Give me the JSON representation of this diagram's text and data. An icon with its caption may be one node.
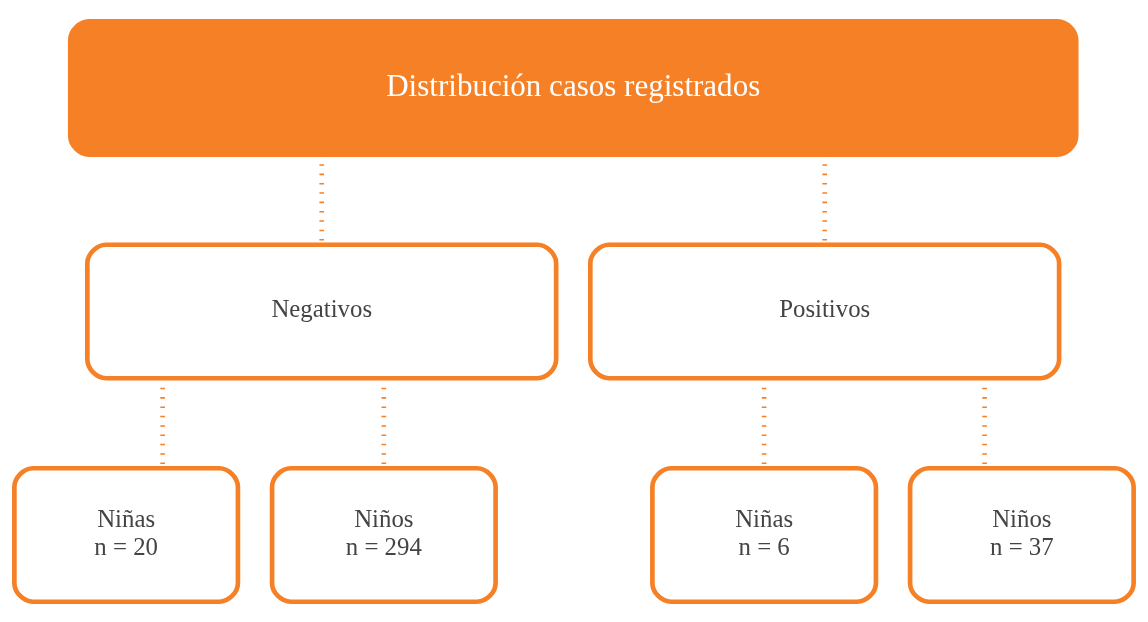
{
  "diagram": {
    "nodes": [
      {
        "text": [
          "Distribución casos registrados"
        ]
      },
      {
        "text": [
          "Negativos"
        ]
      },
      {
        "text": [
          "Positivos"
        ]
      },
      {
        "text": [
          "Niñas",
          "n = 20"
        ]
      },
      {
        "text": [
          "Niños",
          "n = 294"
        ]
      },
      {
        "text": [
          "Niñas",
          "n = 6"
        ]
      },
      {
        "text": [
          "Niños",
          "n = 37"
        ]
      }
    ],
    "edges": [
      {
        "from": 0,
        "to": 1,
        "arrow": "none",
        "style": "dashed"
      },
      {
        "from": 0,
        "to": 2,
        "arrow": "none",
        "style": "dashed"
      },
      {
        "from": 1,
        "to": 3,
        "arrow": "none",
        "style": "dashed"
      },
      {
        "from": 1,
        "to": 4,
        "arrow": "none",
        "style": "dashed"
      },
      {
        "from": 2,
        "to": 5,
        "arrow": "none",
        "style": "dashed"
      },
      {
        "from": 2,
        "to": 6,
        "arrow": "none",
        "style": "dashed"
      }
    ]
  }
}
